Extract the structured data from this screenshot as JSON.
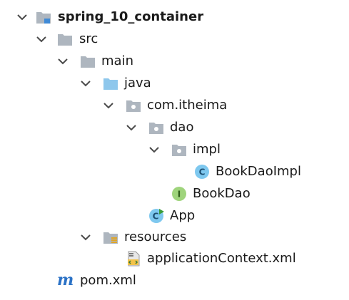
{
  "tree": {
    "root": {
      "label": "spring_10_container",
      "expanded": true
    },
    "src": {
      "label": "src",
      "expanded": true
    },
    "main": {
      "label": "main",
      "expanded": true
    },
    "java": {
      "label": "java",
      "expanded": true
    },
    "package": {
      "label": "com.itheima",
      "expanded": true
    },
    "dao": {
      "label": "dao",
      "expanded": true
    },
    "impl": {
      "label": "impl",
      "expanded": true
    },
    "bookDaoImpl": {
      "label": "BookDaoImpl",
      "icon": "class-icon",
      "badge": "C"
    },
    "bookDao": {
      "label": "BookDao",
      "icon": "interface-icon",
      "badge": "I"
    },
    "app": {
      "label": "App",
      "icon": "runnable-class-icon",
      "badge": "C"
    },
    "resources": {
      "label": "resources",
      "expanded": true
    },
    "appContext": {
      "label": "applicationContext.xml",
      "icon": "xml-file-icon"
    },
    "pom": {
      "label": "pom.xml",
      "icon": "maven-icon",
      "glyph": "m"
    }
  },
  "colors": {
    "chevron": "#4a4a4a",
    "folder": "#aeb6bf",
    "sourceFolder": "#8ec7ec",
    "classIcon": "#7ec8ef",
    "interfaceIcon": "#9fd47c",
    "runArrow": "#3a9c3a",
    "maven": "#2b72c6"
  }
}
